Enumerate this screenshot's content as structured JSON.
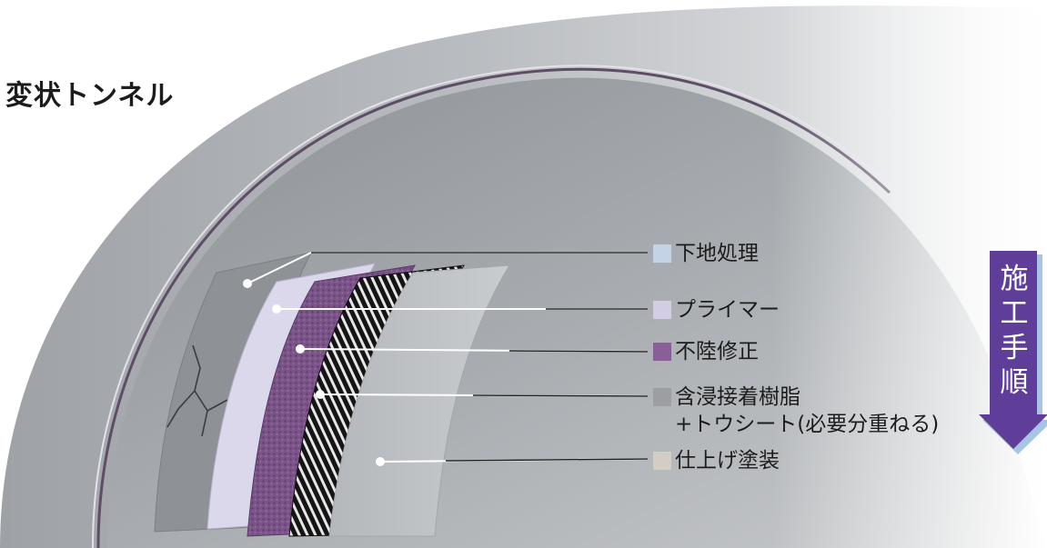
{
  "title": "変状トンネル",
  "layers": [
    {
      "label": "下地処理",
      "color": "#c4d4e6"
    },
    {
      "label": "プライマー",
      "color": "#d2cce4"
    },
    {
      "label": "不陸修正",
      "color": "#8a5e98"
    },
    {
      "label": "含浸接着樹脂",
      "label2": "+トウシート(必要分重ねる)",
      "color": "#9c9ea2"
    },
    {
      "label": "仕上げ塗装",
      "color": "#d3cec4"
    }
  ],
  "process_arrow": {
    "chars": [
      "施",
      "工",
      "手",
      "順"
    ],
    "color": "#5e3e98",
    "shadow_color": "#a8c4e4"
  }
}
